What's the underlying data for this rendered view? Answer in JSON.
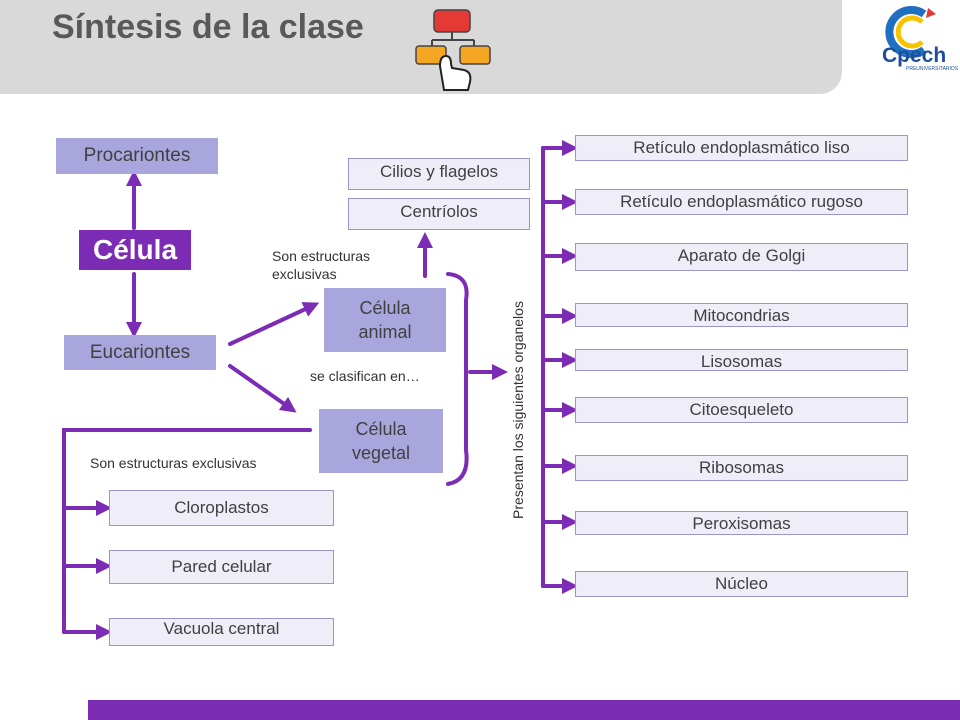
{
  "header": {
    "title": "Síntesis de la clase",
    "logo_text": "Cpech",
    "logo_subtext": "PREUNIVERSITARIOS",
    "icon": "hand-flowchart-icon"
  },
  "colors": {
    "purple": "#7b2bb4",
    "lavender": "#a9a6dd",
    "pale": "#efedf8"
  },
  "diagram": {
    "celula": "Célula",
    "procariontes": "Procariontes",
    "eucariontes": "Eucariontes",
    "celula_animal": "Célula animal",
    "celula_vegetal": "Célula vegetal",
    "label_exclusivas_animal": "Son estructuras exclusivas",
    "label_clasifican": "se clasifican en…",
    "label_exclusivas_vegetal": "Son estructuras exclusivas",
    "label_organelos": "Presentan los siguientes organelos",
    "animal_structures": [
      "Cilios y flagelos",
      "Centríolos"
    ],
    "plant_structures": [
      "Cloroplastos",
      "Pared celular",
      "Vacuola central"
    ],
    "organelles": [
      "Retículo endoplasmático liso",
      "Retículo endoplasmático rugoso",
      "Aparato de Golgi",
      "Mitocondrias",
      "Lisosomas",
      "Citoesqueleto",
      "Ribosomas",
      "Peroxisomas",
      "Núcleo"
    ]
  }
}
